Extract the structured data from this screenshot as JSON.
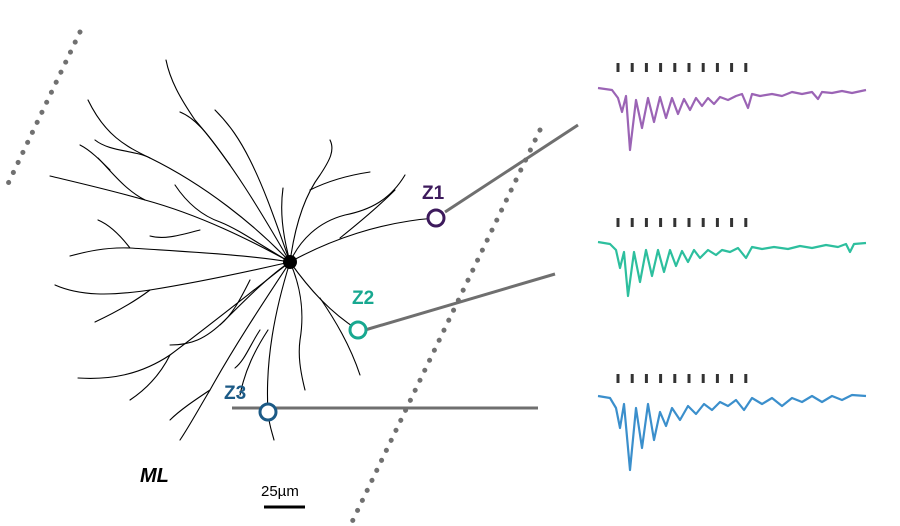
{
  "labels": {
    "layer": "ML",
    "scale_bar": "25µm"
  },
  "zones": [
    {
      "id": "z1",
      "label": "Z1",
      "color": "#3d1a5c",
      "trace_color": "#9b64b5"
    },
    {
      "id": "z2",
      "label": "Z2",
      "color": "#18a890",
      "trace_color": "#2dbf9e"
    },
    {
      "id": "z3",
      "label": "Z3",
      "color": "#1c5a86",
      "trace_color": "#3b8fcc"
    }
  ],
  "stimulus_ticks": 10,
  "colors": {
    "neuron": "#000000",
    "boundary": "#707070",
    "connector": "#6f6f6f",
    "ticks": "#333333"
  }
}
